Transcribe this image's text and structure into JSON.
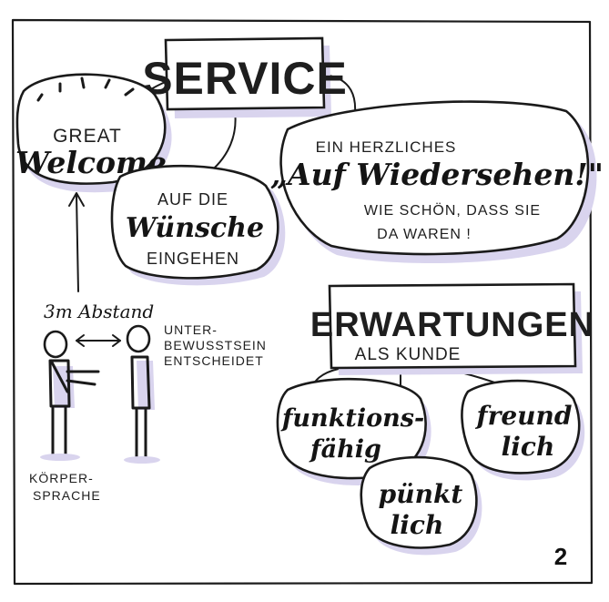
{
  "title": "SERVICE",
  "great_welcome": {
    "line1": "GREAT",
    "line2": "Welcome"
  },
  "wuensche": {
    "line1": "AUF DIE",
    "line2": "Wünsche",
    "line3": "EINGEHEN"
  },
  "wiedersehen": {
    "line1": "EIN HERZLICHES",
    "line2": "„Auf Wiedersehen!\"",
    "line3": "WIE SCHÖN, DASS SIE",
    "line4": "DA WAREN !"
  },
  "distance": {
    "label": "3m Abstand",
    "note_line1": "UNTER-",
    "note_line2": "BEWUSSTSEIN",
    "note_line3": "ENTSCHEIDET"
  },
  "body_language": {
    "line1": "KÖRPER-",
    "line2": "SPRACHE"
  },
  "expectations": {
    "title": "ERWARTUNGEN",
    "subtitle": "ALS KUNDE",
    "items": [
      {
        "line1": "funktions-",
        "line2": "fähig"
      },
      {
        "line1": "freund",
        "line2": "lich"
      },
      {
        "line1": "pünkt",
        "line2": "lich"
      }
    ]
  },
  "page_number": "2",
  "colors": {
    "ink": "#1a1a1a",
    "shadow": "#d9d4ee"
  }
}
